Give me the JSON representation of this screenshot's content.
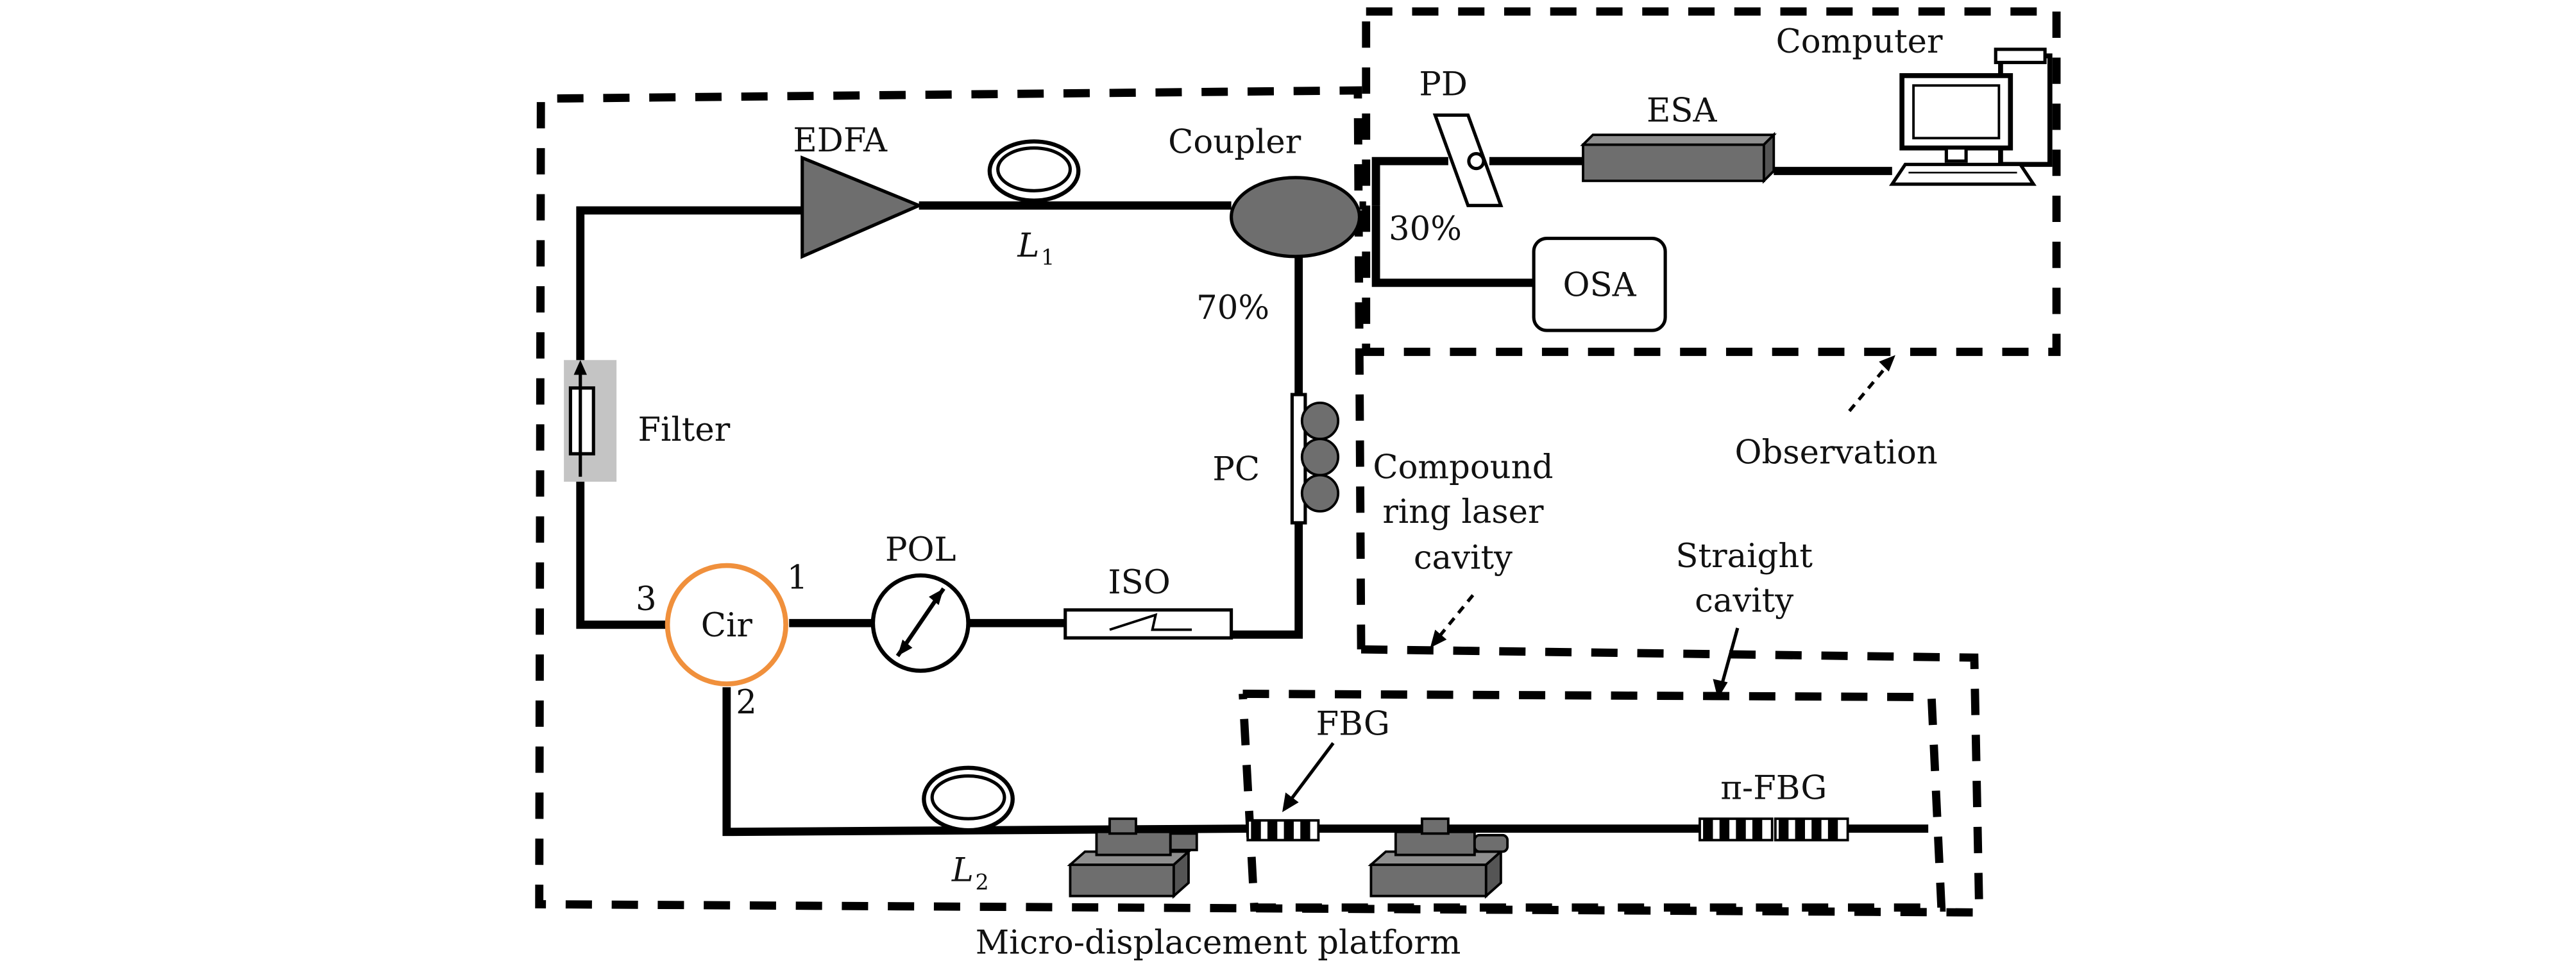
{
  "labels": {
    "edfa": "EDFA",
    "l1_main": "L",
    "l1_sub": "1",
    "coupler": "Coupler",
    "pct30": "30%",
    "pct70": "70%",
    "pd": "PD",
    "esa": "ESA",
    "computer": "Computer",
    "osa": "OSA",
    "filter": "Filter",
    "pc": "PC",
    "cir": "Cir",
    "port1": "1",
    "port2": "2",
    "port3": "3",
    "pol": "POL",
    "iso": "ISO",
    "observation": "Observation",
    "compound1": "Compound",
    "compound2": "ring laser",
    "compound3": "cavity",
    "straight1": "Straight",
    "straight2": "cavity",
    "fbg": "FBG",
    "pifbg": "π-FBG",
    "l2_main": "L",
    "l2_sub": "2",
    "platform": "Micro-displacement platform"
  },
  "colors": {
    "circulator": "#f0903c",
    "component_fill": "#6e6e6e",
    "filter_shade": "#c4c4c4"
  }
}
